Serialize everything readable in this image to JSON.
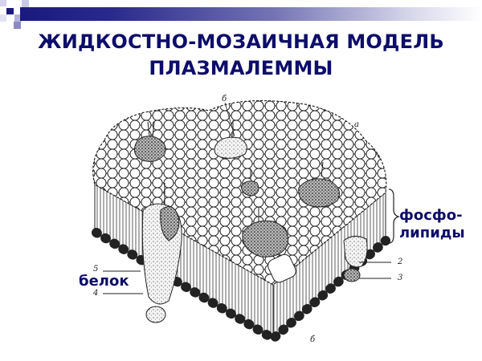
{
  "slide": {
    "title_line1": "ЖИДКОСТНО-МОЗАИЧНАЯ МОДЕЛЬ",
    "title_line2": "ПЛАЗМАЛЕММЫ",
    "accent_color": "#0d0d6b",
    "bar_color": "#1a1a7e"
  },
  "diagram": {
    "labels": {
      "phospholipids_line1": "фосфо-",
      "phospholipids_line2": "липиды",
      "protein": "белок"
    },
    "markers": {
      "a": "а",
      "b_top": "б",
      "b_bottom": "б",
      "n2": "2",
      "n3": "3",
      "n4": "4",
      "n5": "5"
    }
  }
}
